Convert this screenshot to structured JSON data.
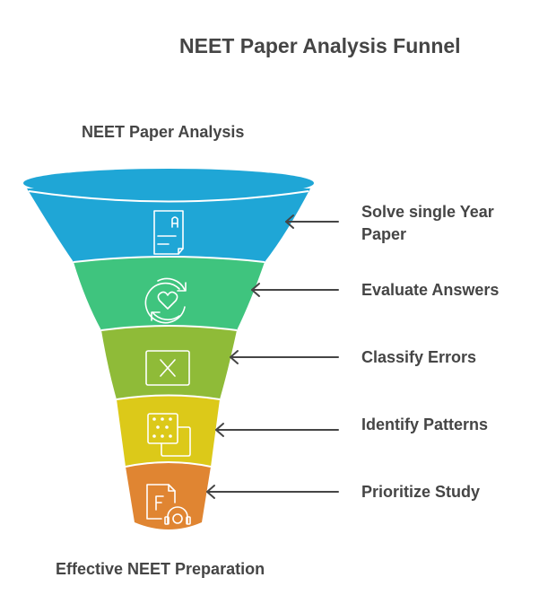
{
  "title": "NEET Paper Analysis Funnel",
  "top_label": "NEET Paper Analysis",
  "bottom_label": "Effective NEET Preparation",
  "stages": [
    {
      "label": "Solve single Year Paper",
      "label_line1": "Solve single Year",
      "label_line2": "Paper",
      "icon": "document-a-icon",
      "color": "#1fa6d6"
    },
    {
      "label": "Evaluate Answers",
      "icon": "heart-refresh-icon",
      "color": "#3fc47e"
    },
    {
      "label": "Classify Errors",
      "icon": "x-box-icon",
      "color": "#8fbb38"
    },
    {
      "label": "Identify Patterns",
      "icon": "dotted-squares-icon",
      "color": "#dcc919"
    },
    {
      "label": "Prioritize Study",
      "icon": "document-headphones-icon",
      "color": "#e08532"
    }
  ],
  "colors": {
    "text": "#454545",
    "arrow": "#454545",
    "separator": "#ffffff"
  }
}
